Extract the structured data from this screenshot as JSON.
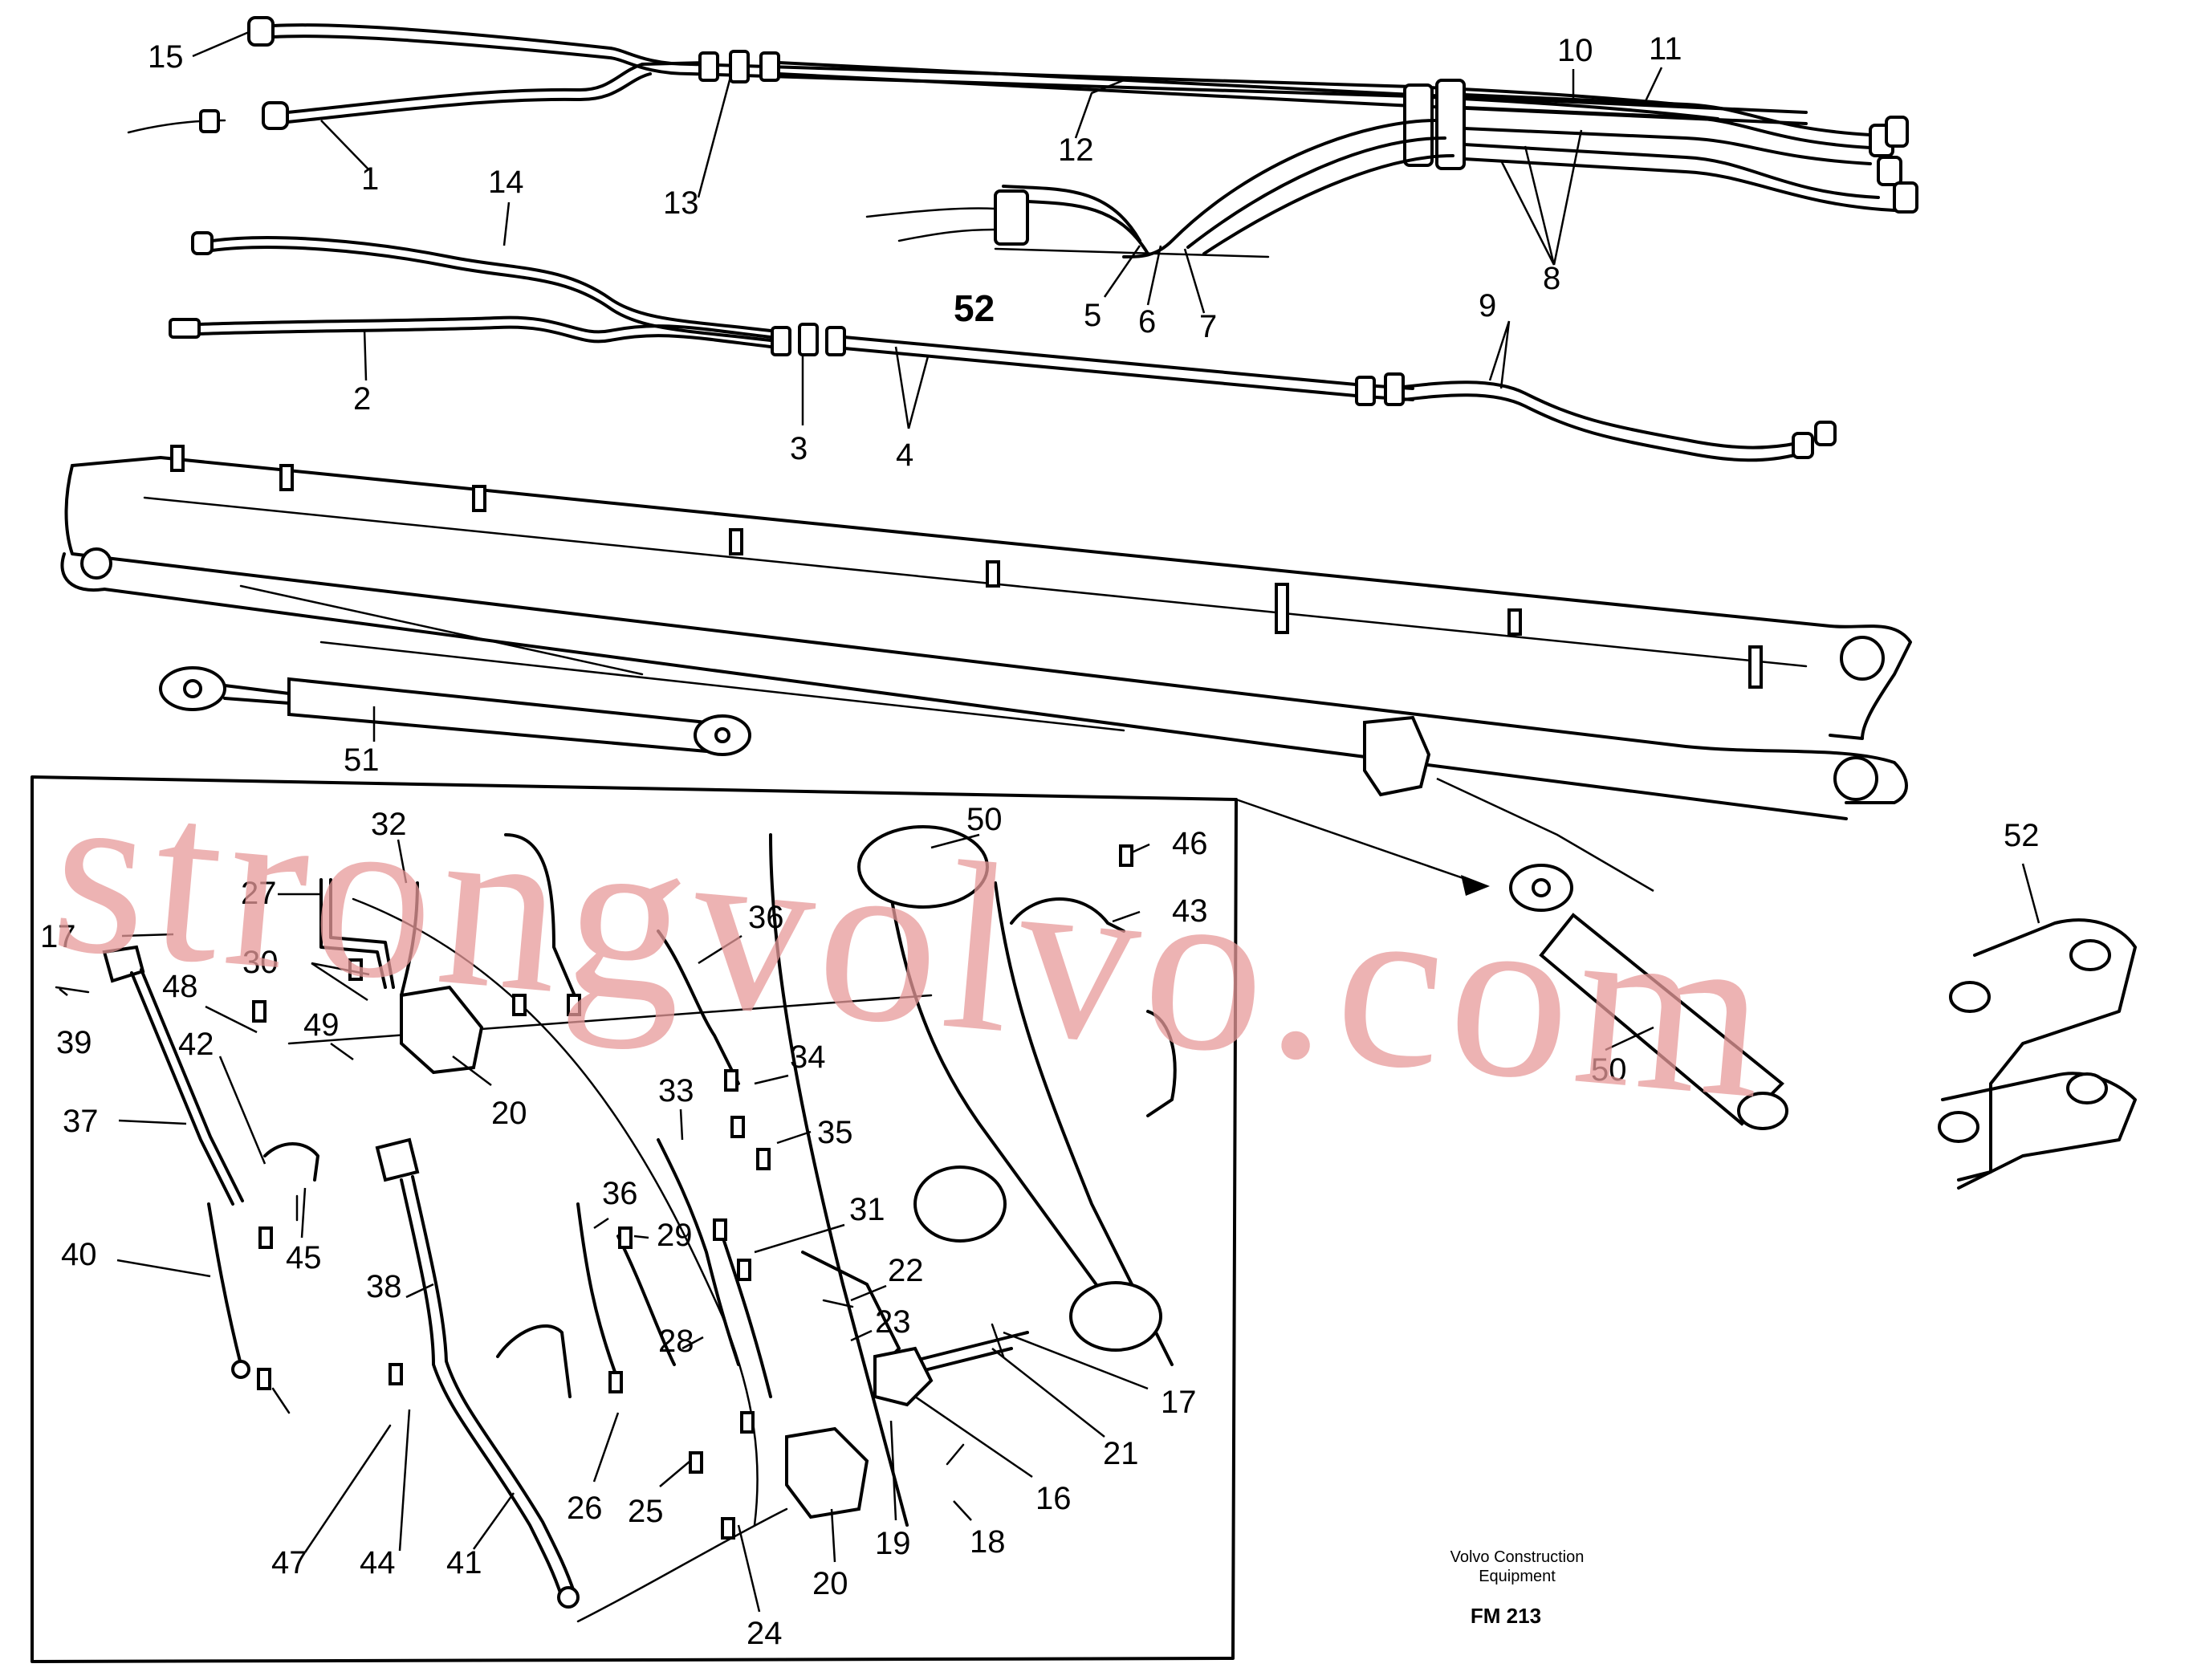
{
  "footer": {
    "company_line1": "Volvo Construction",
    "company_line2": "Equipment",
    "code": "FM 213"
  },
  "watermark": "strongvolvo.com",
  "part_numbers": [
    "1",
    "2",
    "3",
    "4",
    "5",
    "6",
    "7",
    "8",
    "9",
    "10",
    "11",
    "12",
    "13",
    "14",
    "15",
    "16",
    "17",
    "18",
    "19",
    "20",
    "21",
    "22",
    "23",
    "24",
    "25",
    "26",
    "27",
    "28",
    "29",
    "30",
    "31",
    "32",
    "33",
    "34",
    "35",
    "36",
    "37",
    "38",
    "39",
    "40",
    "41",
    "42",
    "43",
    "44",
    "45",
    "46",
    "47",
    "48",
    "49",
    "50",
    "51",
    "52"
  ],
  "colors": {
    "line": "#000000",
    "watermark": "#e79a9a",
    "background": "#ffffff"
  }
}
